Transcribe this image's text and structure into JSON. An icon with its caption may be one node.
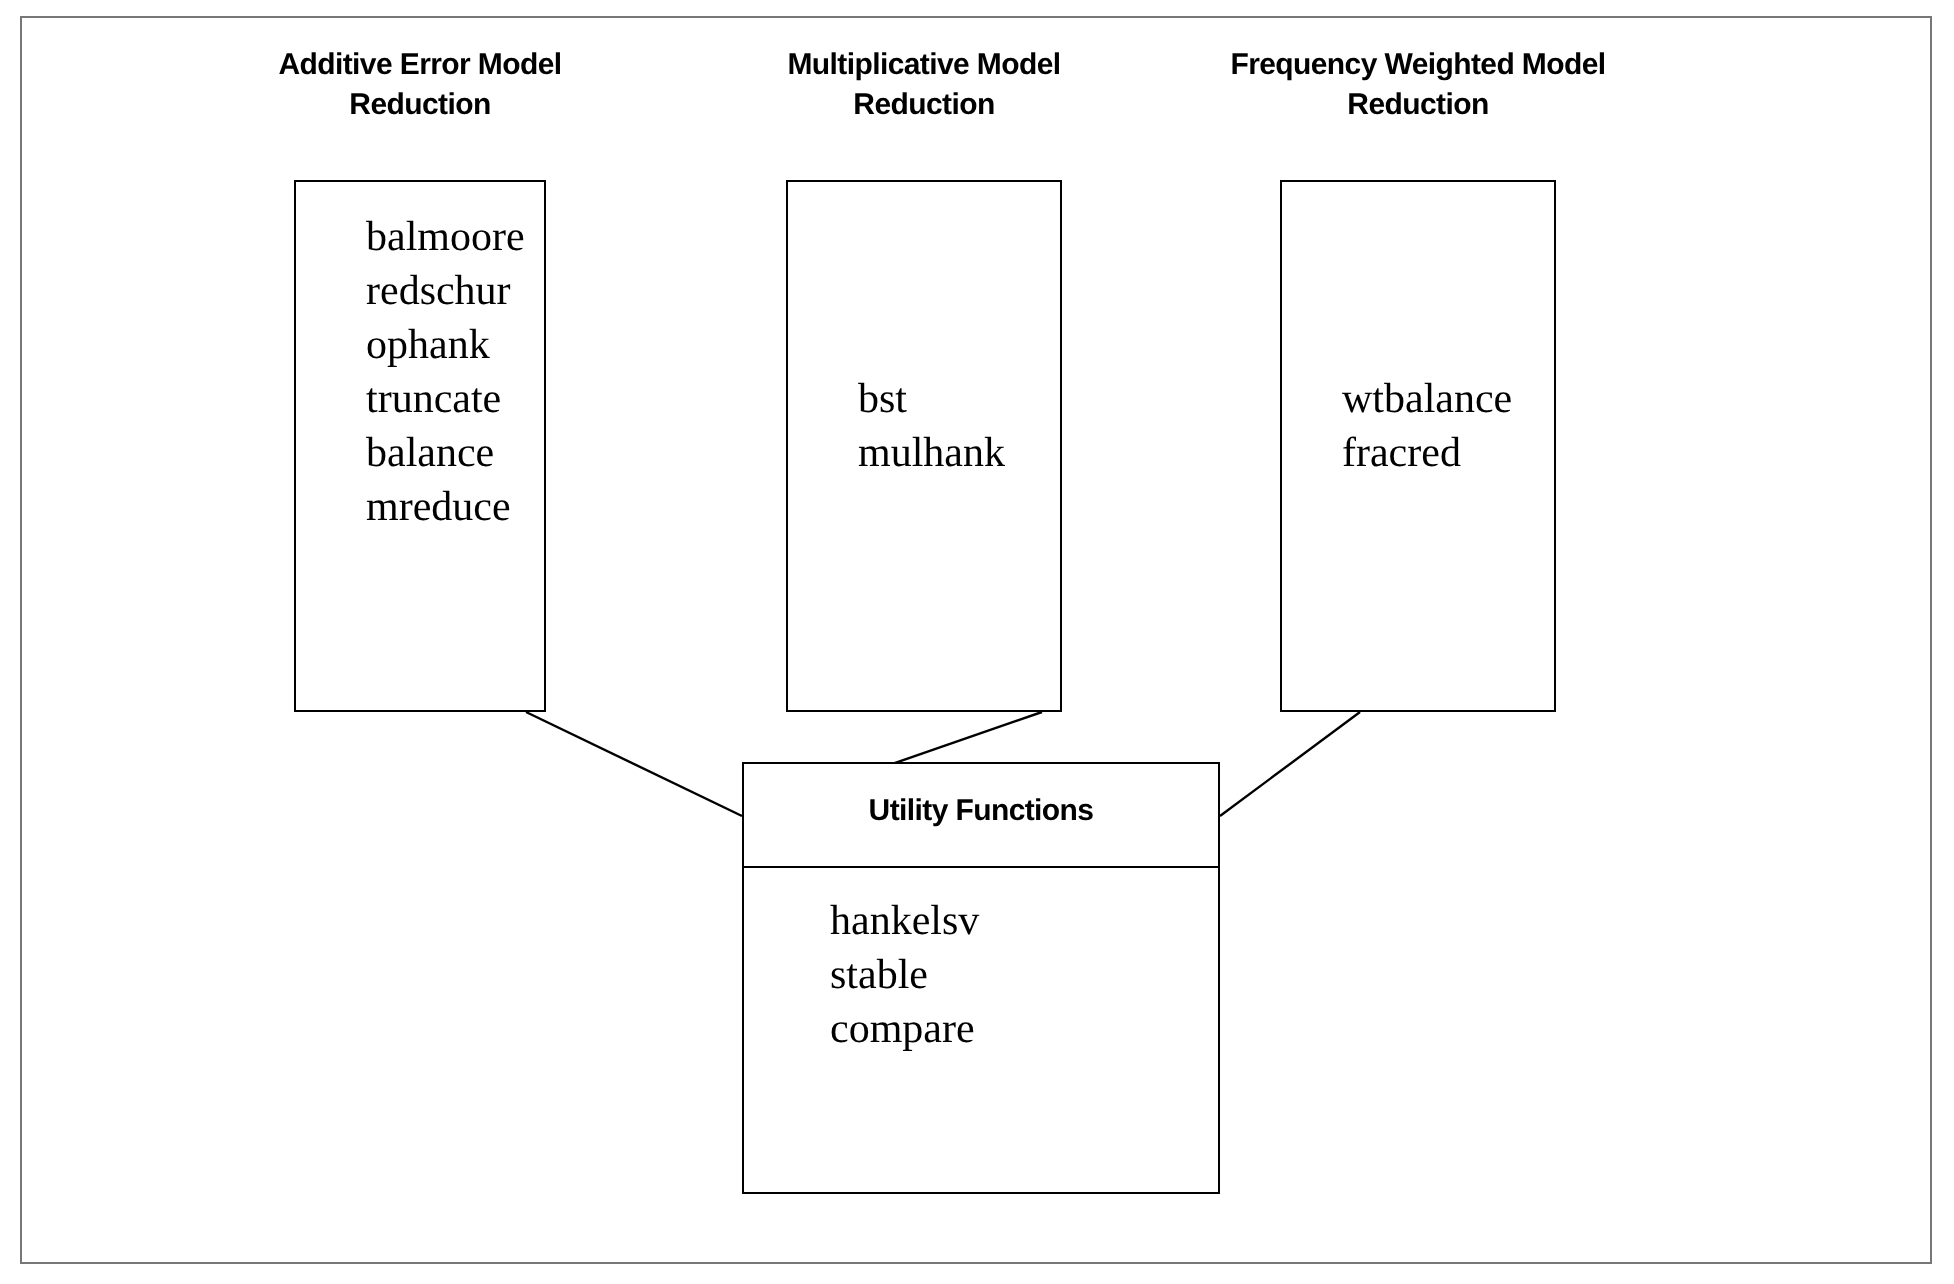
{
  "diagram": {
    "nodes": [
      {
        "text": [
          "Additive Error Model Reduction",
          "balmoore",
          "redschur",
          "ophank",
          "truncate",
          "balance",
          "mreduce"
        ]
      },
      {
        "text": [
          "Multiplicative Model Reduction",
          "bst",
          "mulhank"
        ]
      },
      {
        "text": [
          "Frequency Weighted Model Reduction",
          "wtbalance",
          "fracred"
        ]
      },
      {
        "text": [
          "Utility Functions",
          "hankelsv",
          "stable",
          "compare"
        ]
      }
    ],
    "edges": [
      {
        "from": 0,
        "to": 3,
        "arrow": "none"
      },
      {
        "from": 1,
        "to": 3,
        "arrow": "none"
      },
      {
        "from": 2,
        "to": 3,
        "arrow": "none"
      }
    ]
  }
}
